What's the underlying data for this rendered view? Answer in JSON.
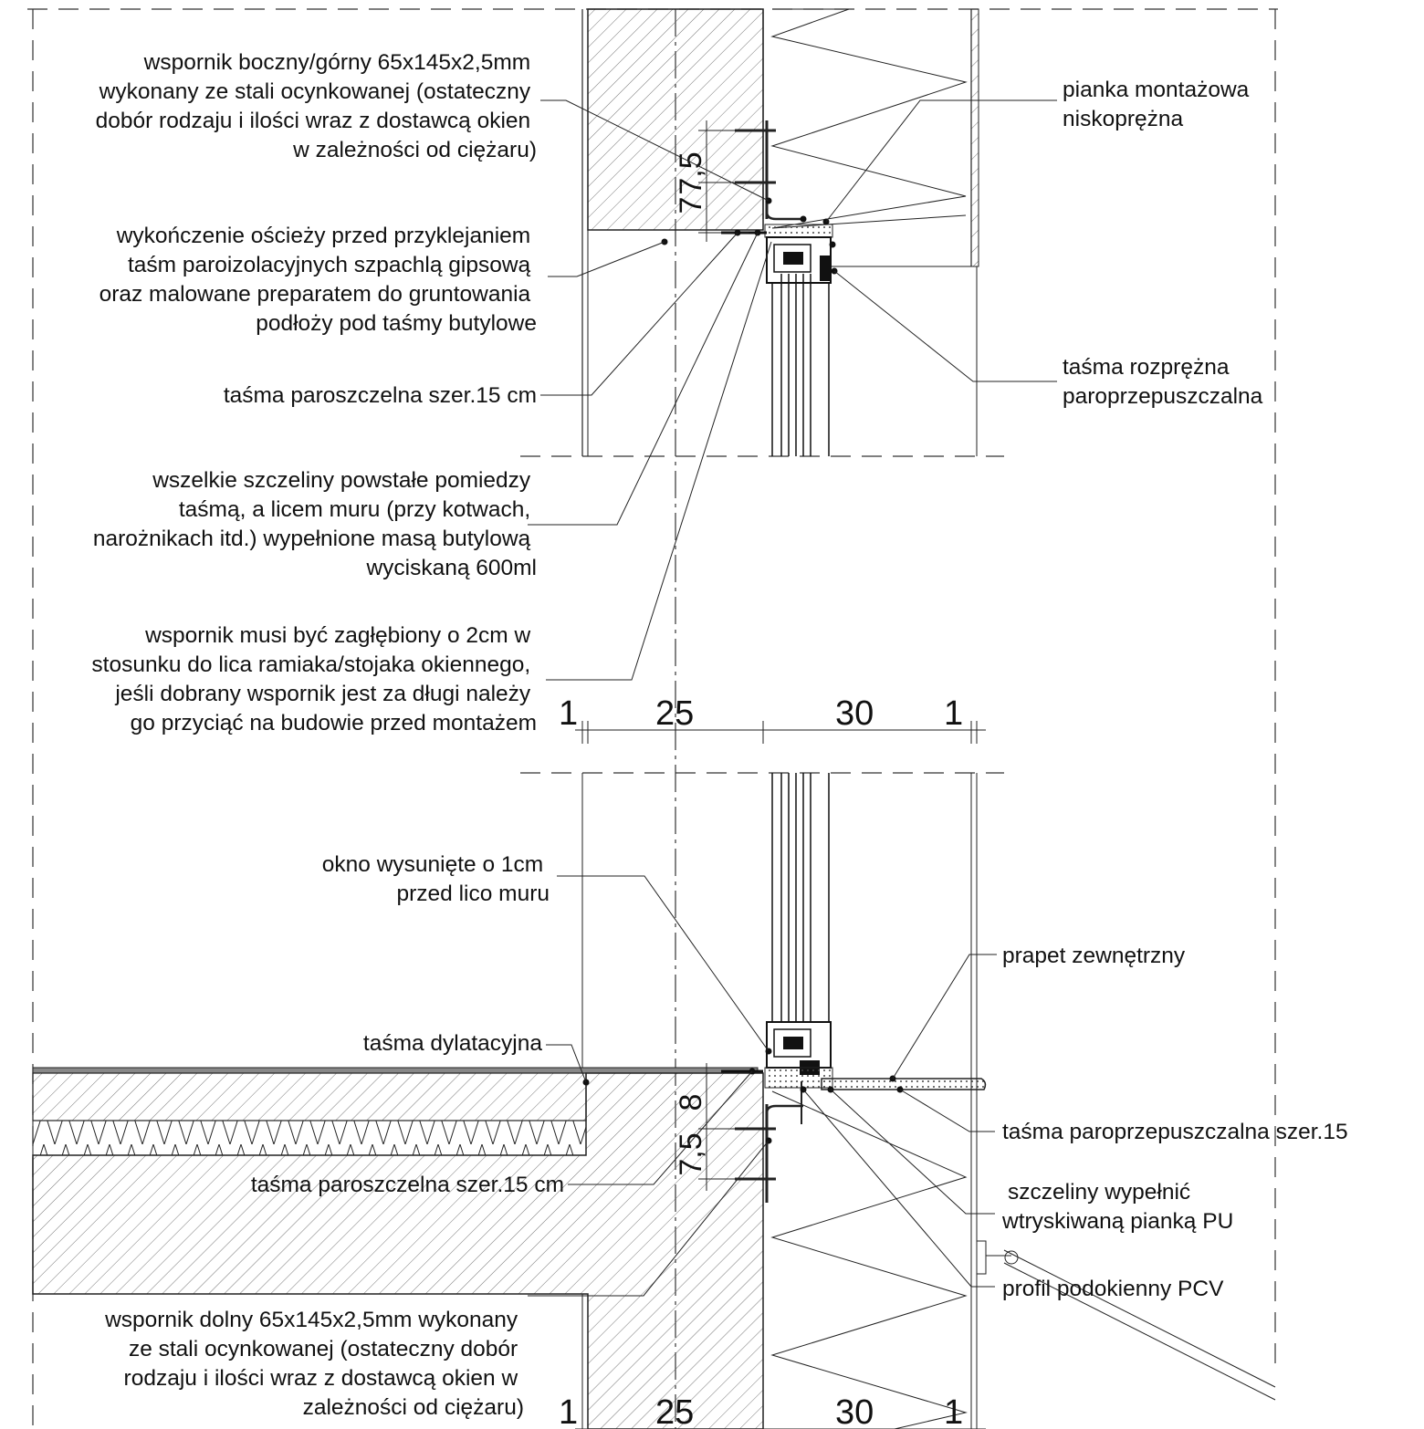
{
  "labels": {
    "wspornik_boczny": [
      "wspornik boczny/górny 65x145x2,5mm",
      "wykonany ze stali ocynkowanej (ostateczny",
      "dobór rodzaju i ilości wraz z dostawcą okien",
      "w zależności od ciężaru)"
    ],
    "wykonczenie": [
      "wykończenie ościeży przed przyklejaniem",
      "taśm paroizolacyjnych szpachlą gipsową",
      "oraz malowane preparatem do gruntowania",
      "podłoży pod taśmy butylowe"
    ],
    "tasma_paroszczelna_top": [
      "taśma paroszczelna szer.15 cm"
    ],
    "szczeliny_top": [
      "wszelkie szczeliny powstałe pomiedzy",
      "taśmą, a licem muru (przy kotwach,",
      "narożnikach itd.) wypełnione masą butylową",
      "wyciskaną 600ml"
    ],
    "wspornik_zaglebiony": [
      "wspornik musi być zagłębiony o 2cm w",
      "stosunku do lica ramiaka/stojaka okiennego,",
      "jeśli dobrany wspornik jest za długi należy",
      "go przyciąć na budowie przed montażem"
    ],
    "pianka": [
      "pianka montażowa",
      "niskoprężna"
    ],
    "tasma_rozprezna": [
      "taśma rozprężna",
      "paroprzepuszczalna"
    ],
    "okno_wysuniete": [
      "okno wysunięte o 1cm",
      "przed lico muru"
    ],
    "tasma_dylatacyjna": [
      "taśma dylatacyjna"
    ],
    "prapet": [
      "prapet zewnętrzny"
    ],
    "tasma_paroprzepuszczalna": [
      "taśma paroprzepuszczalna szer.15"
    ],
    "szczeliny_bottom": [
      "szczeliny wypełnić",
      "wtryskiwaną pianką PU"
    ],
    "profil": [
      "profil podokienny PCV"
    ],
    "tasma_paroszczelna_bottom": [
      "taśma paroszczelna szer.15 cm"
    ],
    "wspornik_dolny": [
      "wspornik dolny 65x145x2,5mm wykonany",
      "ze stali ocynkowanej (ostateczny dobór",
      "rodzaju i ilości wraz z dostawcą okien w",
      "zależności od ciężaru)"
    ]
  },
  "dimensions": {
    "top_row": [
      "1",
      "25",
      "30",
      "1"
    ],
    "bottom_row": [
      "1",
      "25",
      "30",
      "1"
    ],
    "vertical_top": [
      "7",
      "7,5"
    ],
    "vertical_bottom": [
      "7,5",
      "8"
    ]
  }
}
